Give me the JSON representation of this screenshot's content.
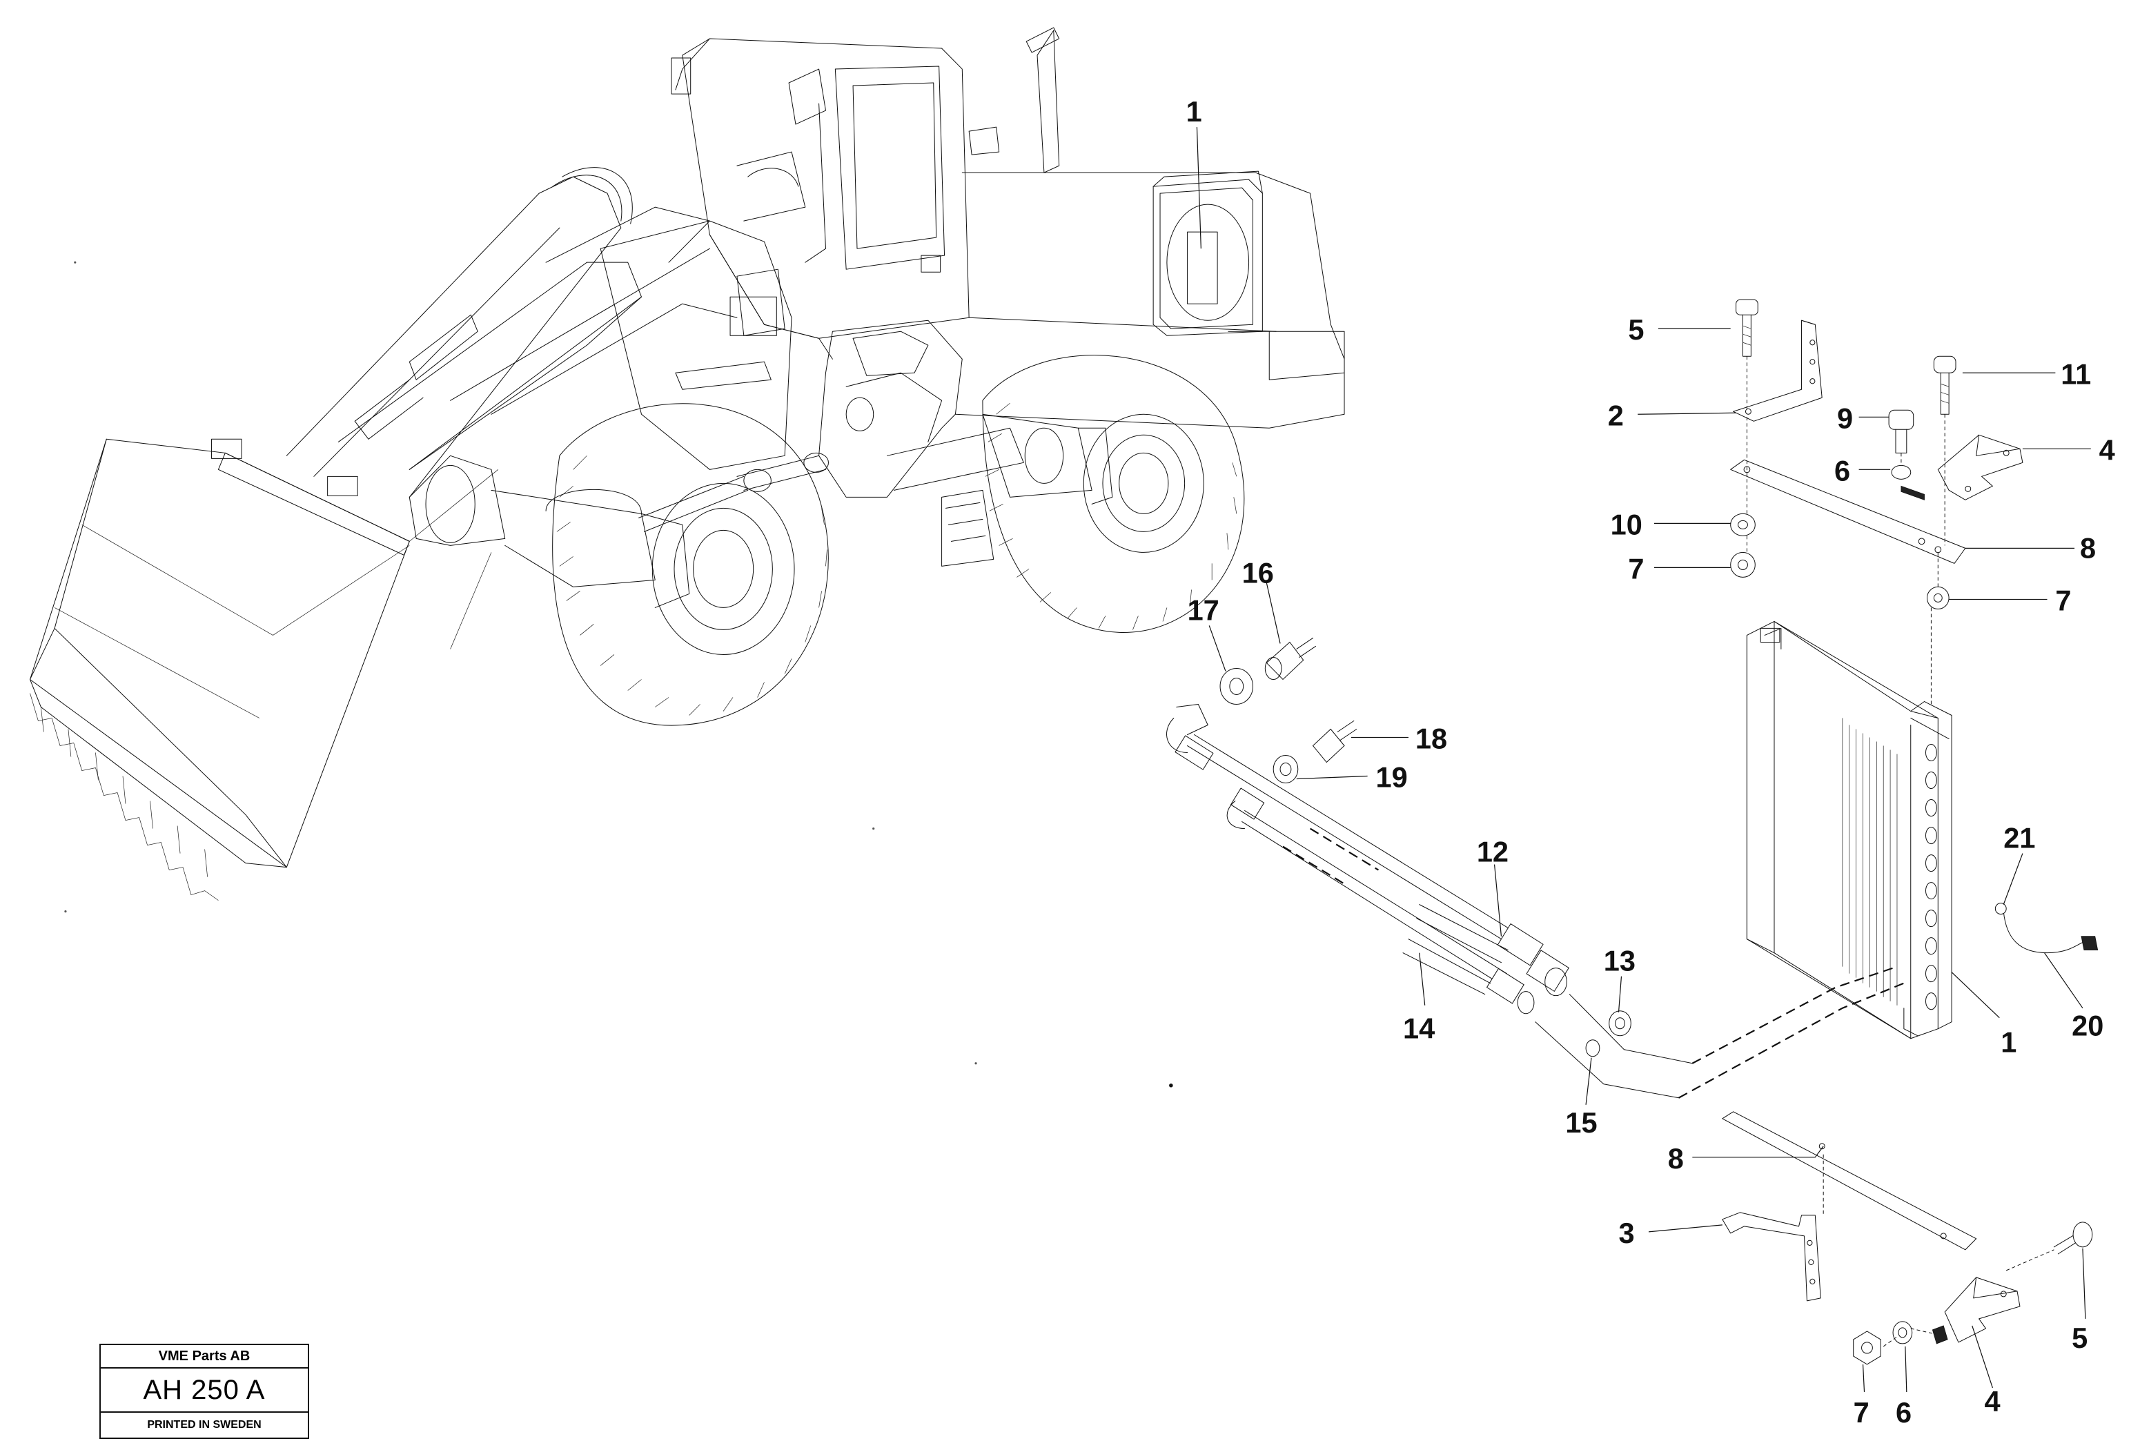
{
  "figure": {
    "kind": "exploded parts diagram",
    "subject": "wheel loader with oil cooler installation"
  },
  "callouts": {
    "c_1_top": "1",
    "c_5_top": "5",
    "c_2": "2",
    "c_11": "11",
    "c_9": "9",
    "c_4_top": "4",
    "c_6_top": "6",
    "c_10": "10",
    "c_8_top": "8",
    "c_7_left": "7",
    "c_7_right": "7",
    "c_16": "16",
    "c_17": "17",
    "c_18": "18",
    "c_19": "19",
    "c_21": "21",
    "c_12": "12",
    "c_13": "13",
    "c_14": "14",
    "c_1_cooler": "1",
    "c_20": "20",
    "c_15": "15",
    "c_8_bottom": "8",
    "c_3": "3",
    "c_5_bottom": "5",
    "c_7_bottom": "7",
    "c_6_bottom": "6",
    "c_4_bottom": "4"
  },
  "stamp": {
    "company": "VME Parts AB",
    "code": "AH 250 A",
    "printed": "PRINTED IN SWEDEN"
  },
  "colors": {
    "ink": "#111111",
    "paper": "#ffffff"
  }
}
